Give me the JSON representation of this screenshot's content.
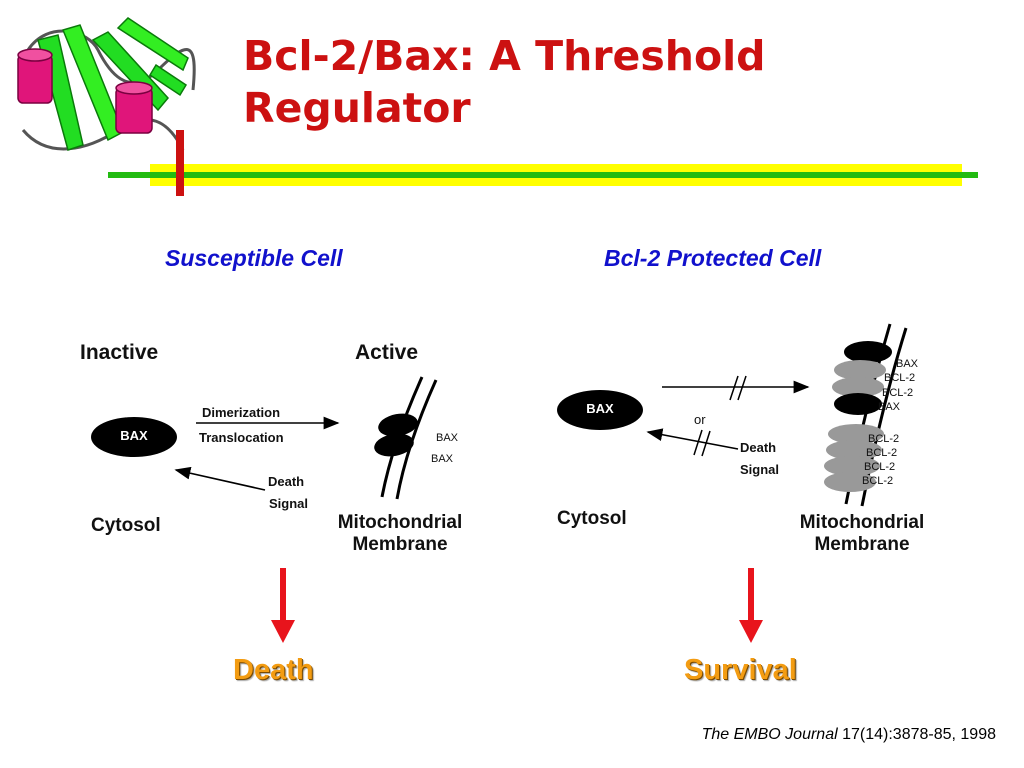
{
  "slide": {
    "title": "Bcl-2/Bax: A Threshold Regulator",
    "accent_colors": {
      "title": "#cc1111",
      "headers": "#1111cc",
      "outcome": "#f39c12",
      "arrow": "#e8141c",
      "yellow_bar": "#ffff00",
      "green_line": "#22bb11"
    },
    "logo_icon": "protein-ribbon-icon"
  },
  "left": {
    "header": "Susceptible Cell",
    "inactive": "Inactive",
    "active": "Active",
    "bax": "BAX",
    "dimerization": "Dimerization",
    "translocation": "Translocation",
    "death": "Death",
    "signal": "Signal",
    "cytosol": "Cytosol",
    "membrane_line1": "Mitochondrial",
    "membrane_line2": "Membrane",
    "membrane_labels": [
      "BAX",
      "BAX"
    ],
    "outcome": "Death"
  },
  "right": {
    "header": "Bcl-2 Protected Cell",
    "bax": "BAX",
    "or": "or",
    "death": "Death",
    "signal": "Signal",
    "cytosol": "Cytosol",
    "membrane_line1": "Mitochondrial",
    "membrane_line2": "Membrane",
    "membrane_labels": [
      "BAX",
      "BCL-2",
      "BCL-2",
      "BAX",
      "BCL-2",
      "BCL-2",
      "BCL-2",
      "BCL-2"
    ],
    "outcome": "Survival"
  },
  "citation": {
    "journal": "The EMBO Journal",
    "ref": " 17(14):3878-85, 1998"
  }
}
